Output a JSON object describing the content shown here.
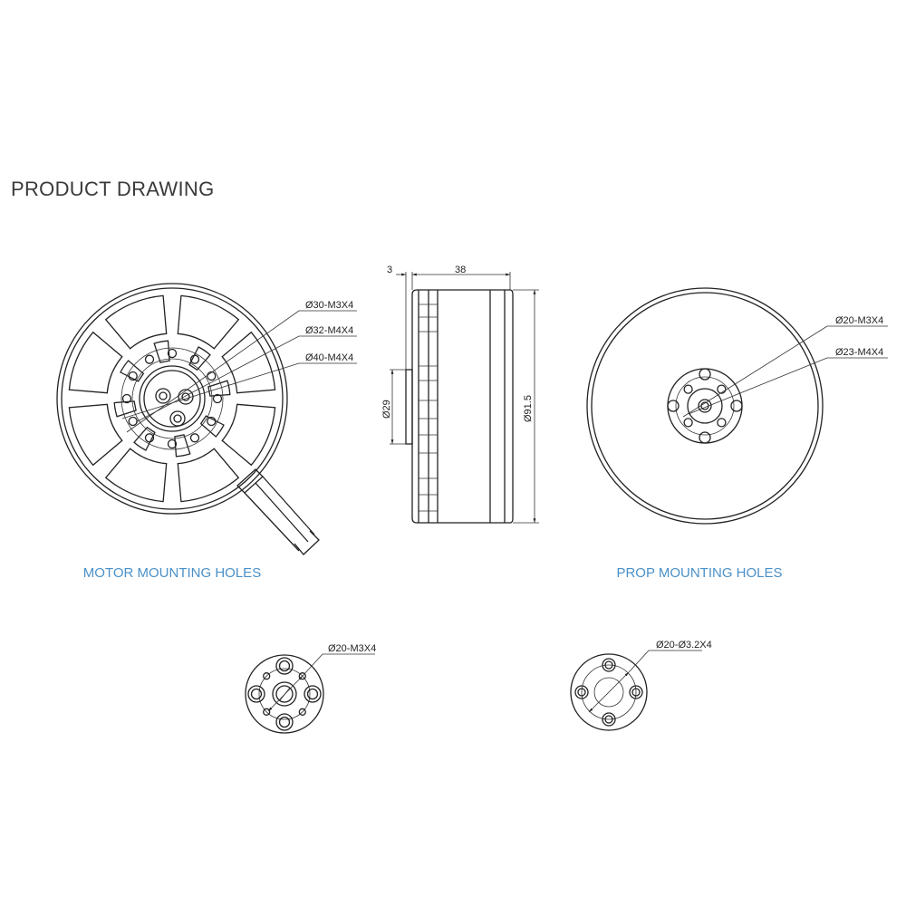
{
  "title": "PRODUCT DRAWING",
  "captions": {
    "motor_mounting": "MOTOR MOUNTING HOLES",
    "prop_mounting": "PROP MOUNTING HOLES"
  },
  "bottom_view": {
    "labels": [
      "Ø30-M3X4",
      "Ø32-M4X4",
      "Ø40-M4X4"
    ]
  },
  "side_view": {
    "dim_flange": "3",
    "dim_length": "38",
    "dim_shaft": "Ø29",
    "dim_diameter": "Ø91.5"
  },
  "top_view": {
    "labels": [
      "Ø20-M3X4",
      "Ø23-M4X4"
    ]
  },
  "motor_holes_detail": {
    "label": "Ø20-M3X4"
  },
  "prop_holes_detail": {
    "label": "Ø20-Ø3.2X4"
  },
  "colors": {
    "caption": "#4a90c8",
    "line": "#222222"
  }
}
